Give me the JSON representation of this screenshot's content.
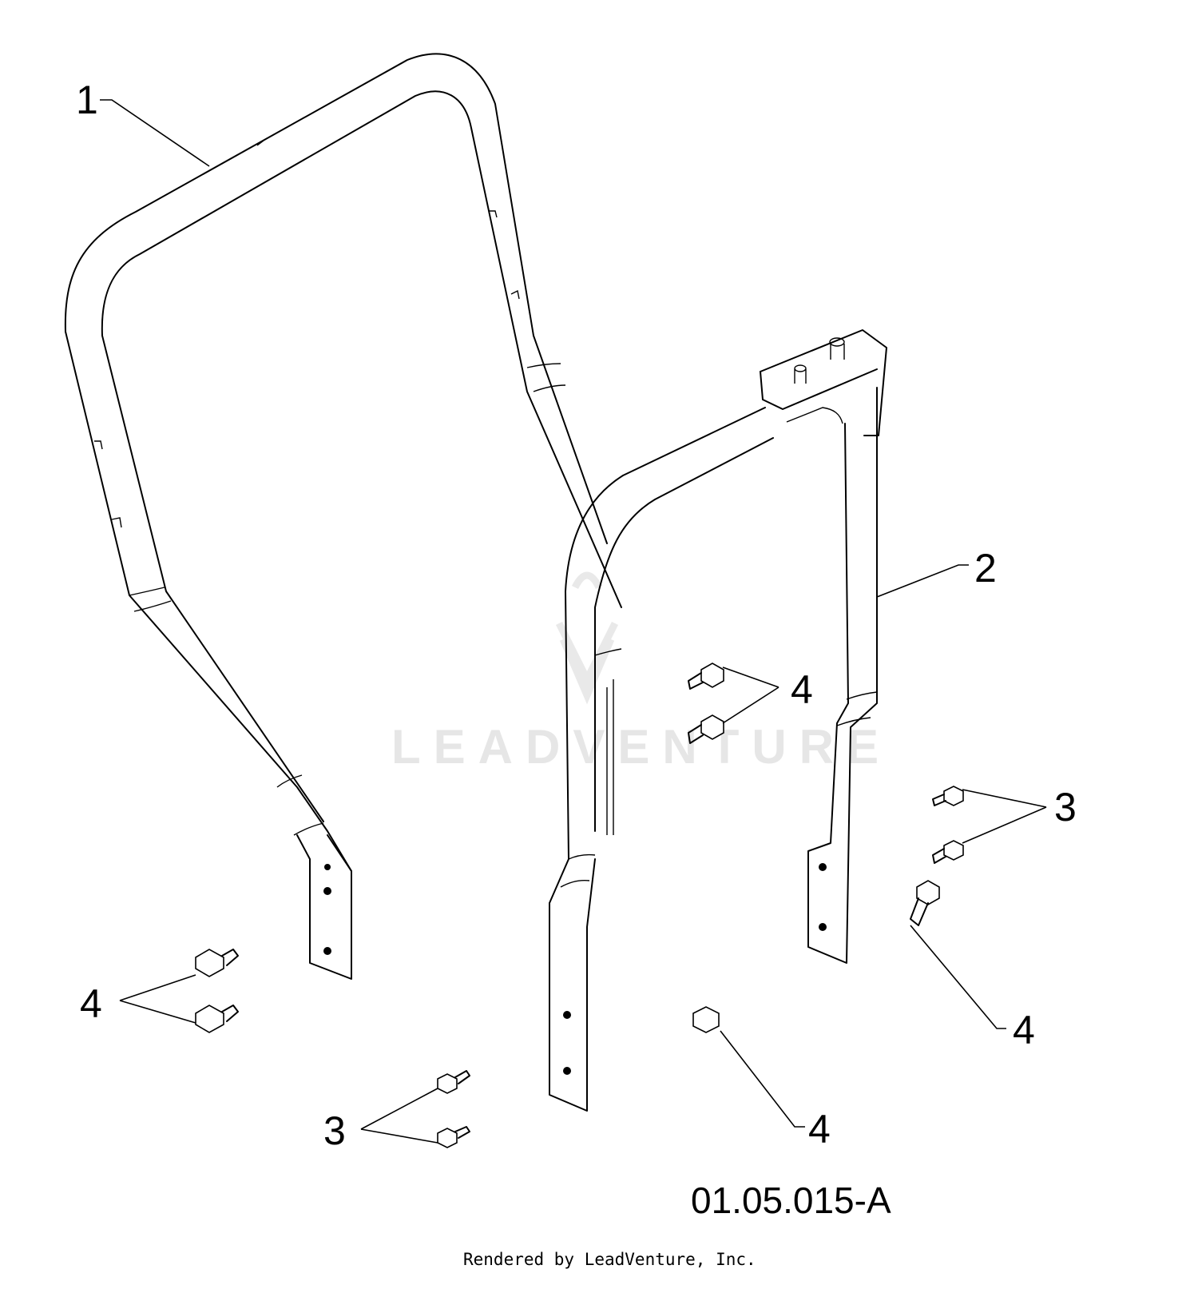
{
  "drawing": {
    "callouts": [
      {
        "id": "c1",
        "label": "1"
      },
      {
        "id": "c2",
        "label": "2"
      },
      {
        "id": "c3a",
        "label": "3"
      },
      {
        "id": "c3b",
        "label": "3"
      },
      {
        "id": "c4a",
        "label": "4"
      },
      {
        "id": "c4b",
        "label": "4"
      },
      {
        "id": "c4c",
        "label": "4"
      },
      {
        "id": "c4d",
        "label": "4"
      }
    ],
    "drawing_id": "01.05.015-A",
    "credit": "Rendered by LeadVenture, Inc.",
    "watermark": "LEADVENTURE"
  }
}
